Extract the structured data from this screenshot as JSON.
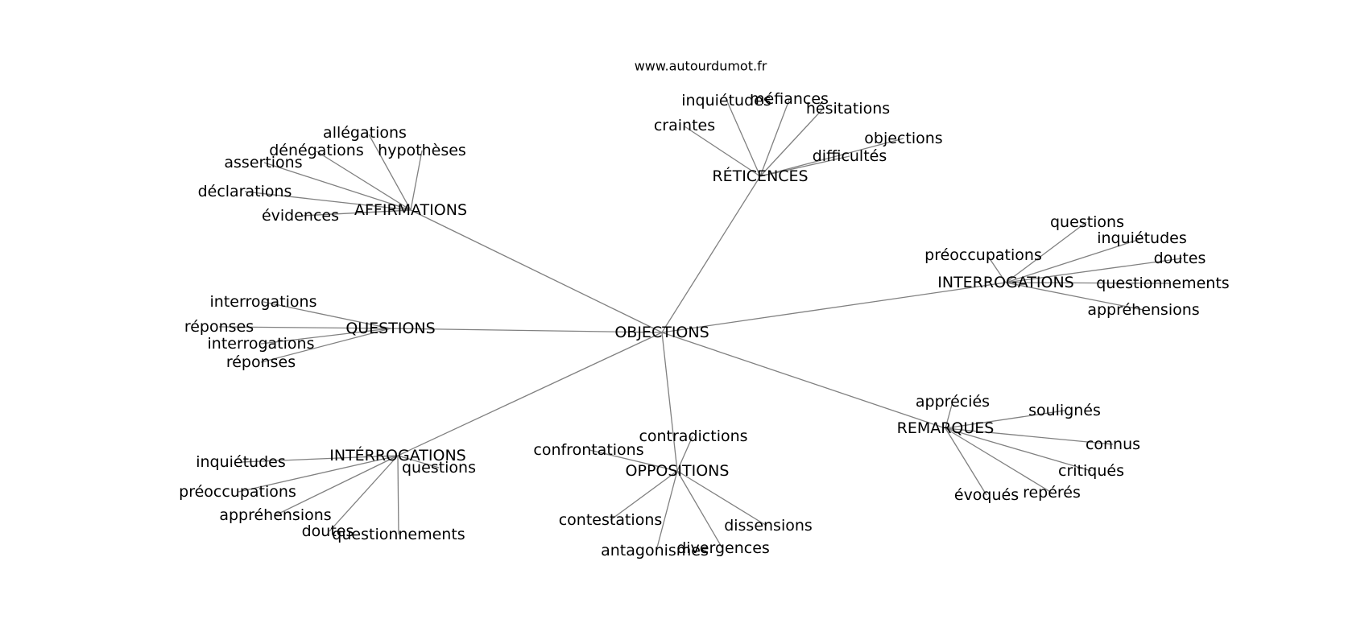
{
  "source": "www.autourdumot.fr",
  "center": "OBJECTIONS",
  "clusters": [
    {
      "label": "AFFIRMATIONS",
      "terms": [
        "allégations",
        "dénégations",
        "hypothèses",
        "assertions",
        "déclarations",
        "évidences"
      ]
    },
    {
      "label": "RÉTICENCES",
      "terms": [
        "inquiétudes",
        "méfiances",
        "hésitations",
        "craintes",
        "objections",
        "difficultés"
      ]
    },
    {
      "label": "INTERROGATIONS",
      "terms": [
        "questions",
        "inquiétudes",
        "doutes",
        "préoccupations",
        "questionnements",
        "appréhensions"
      ]
    },
    {
      "label": "QUESTIONS",
      "terms": [
        "interrogations",
        "réponses",
        "interrogations",
        "réponses"
      ]
    },
    {
      "label": "REMARQUES",
      "terms": [
        "appréciés",
        "soulignés",
        "connus",
        "critiqués",
        "évoqués",
        "repérés"
      ]
    },
    {
      "label": "INTÉRROGATIONS",
      "terms": [
        "inquiétudes",
        "questions",
        "préoccupations",
        "appréhensions",
        "doutes",
        "questionnements"
      ]
    },
    {
      "label": "OPPOSITIONS",
      "terms": [
        "contradictions",
        "confrontations",
        "contestations",
        "dissensions",
        "antagonismes",
        "divergences"
      ]
    }
  ]
}
